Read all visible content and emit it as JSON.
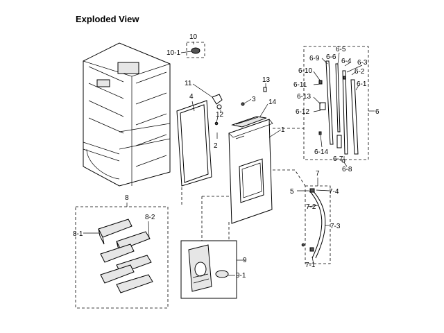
{
  "title": "Exploded View",
  "labels": {
    "p1": "1",
    "p2": "2",
    "p3": "3",
    "p4": "4",
    "p5": "5",
    "p6": "6",
    "p7": "7",
    "p8": "8",
    "p9": "9",
    "p10": "10",
    "p11": "11",
    "p12": "12",
    "p13": "13",
    "p14": "14",
    "p6_1": "6-1",
    "p6_2": "6-2",
    "p6_3": "6-3",
    "p6_4": "6-4",
    "p6_5": "6-5",
    "p6_6": "6-6",
    "p6_7": "6-7",
    "p6_8": "6-8",
    "p6_9": "6-9",
    "p6_10": "6-10",
    "p6_11": "6-11",
    "p6_12": "6-12",
    "p6_13": "6-13",
    "p6_14": "6-14",
    "p7_1": "7-1",
    "p7_2": "7-2",
    "p7_3": "7-3",
    "p7_4": "7-4",
    "p8_1": "8-1",
    "p8_2": "8-2",
    "p9_1": "9-1",
    "p10_1": "10-1"
  }
}
